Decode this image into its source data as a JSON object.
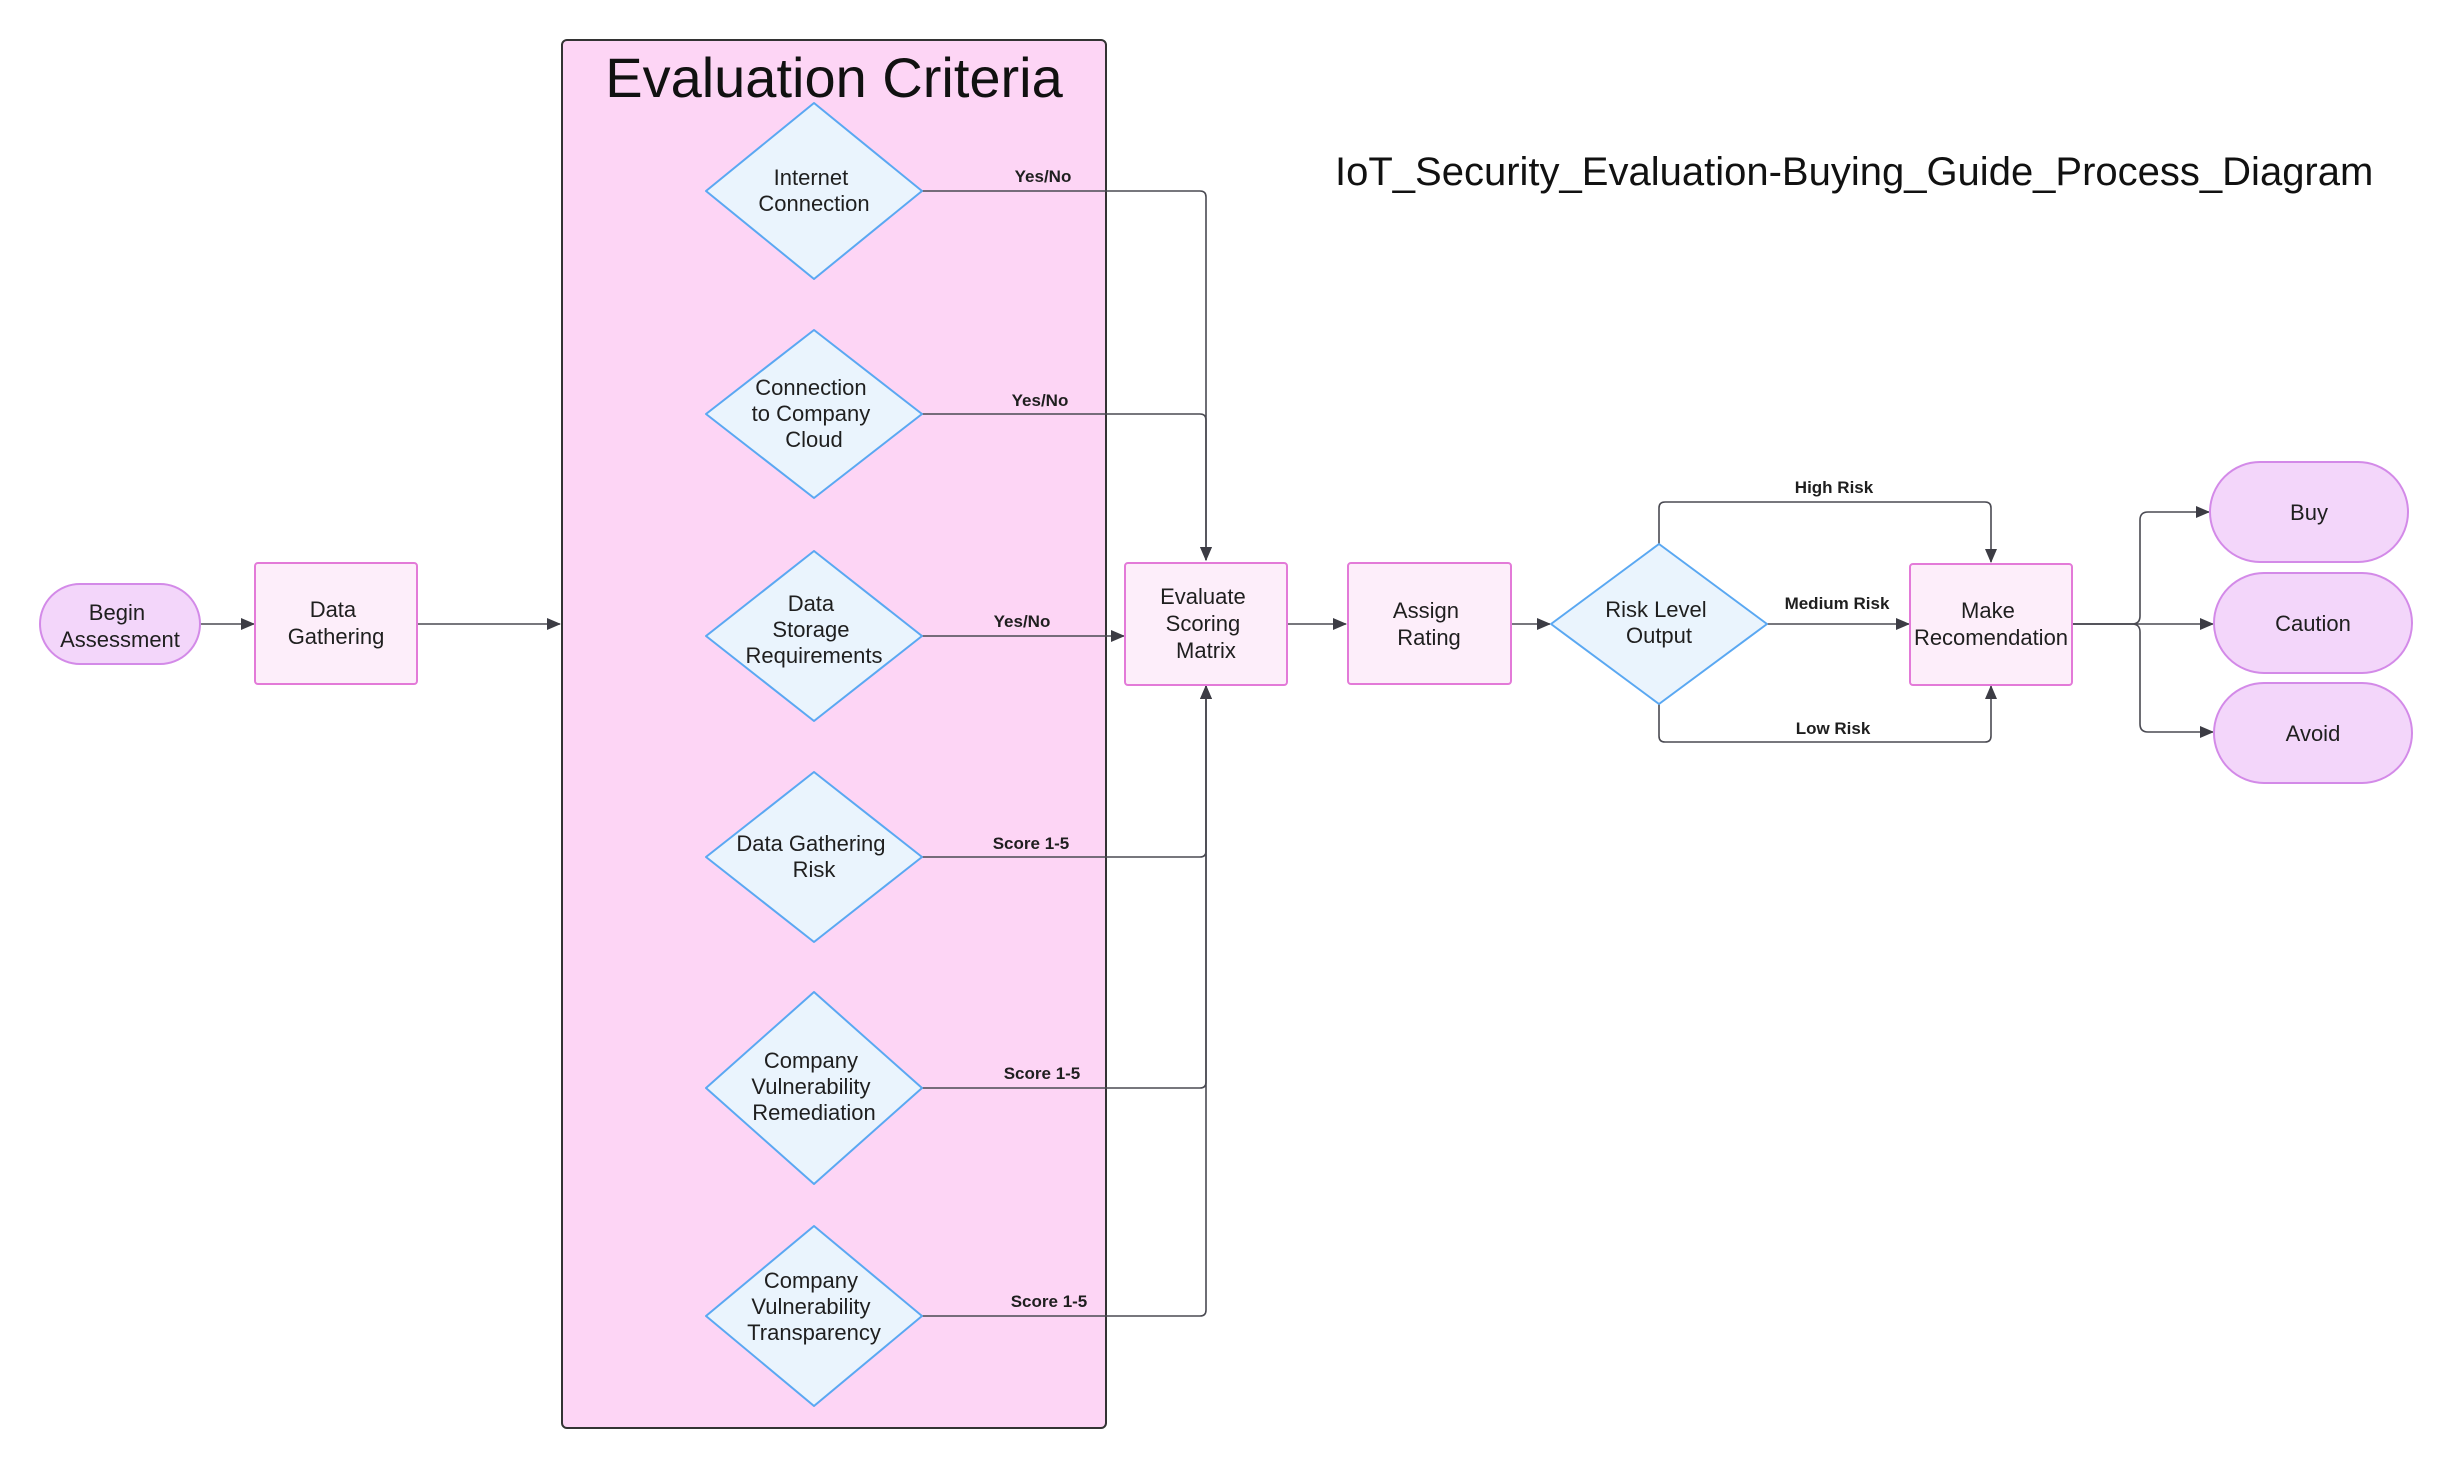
{
  "diagram_title": "IoT_Security_Evaluation-Buying_Guide_Process_Diagram",
  "group": {
    "title": "Evaluation Criteria"
  },
  "colors": {
    "pink_box_fill": "#fdeefa",
    "pink_box_stroke": "#e37ad8",
    "terminal_fill": "#f3d6fa",
    "terminal_stroke": "#d38ae8",
    "diamond_fill": "#eaf4fd",
    "diamond_stroke": "#5aa8f2",
    "group_fill": "#fdd5f5",
    "group_stroke": "#333333",
    "edge": "#4a4a52"
  },
  "nodes": {
    "begin": {
      "lines": [
        "Begin",
        "Assessment"
      ]
    },
    "data_gathering": {
      "lines": [
        "Data",
        "Gathering"
      ]
    },
    "internet": {
      "lines": [
        "Internet",
        "Connection"
      ]
    },
    "cloud": {
      "lines": [
        "Connection",
        "to Company",
        "Cloud"
      ]
    },
    "storage": {
      "lines": [
        "Data",
        "Storage",
        "Requirements"
      ]
    },
    "gathering_risk": {
      "lines": [
        "Data Gathering",
        "Risk"
      ]
    },
    "remediation": {
      "lines": [
        "Company",
        "Vulnerability",
        "Remediation"
      ]
    },
    "transparency": {
      "lines": [
        "Company",
        "Vulnerability",
        "Transparency"
      ]
    },
    "evaluate": {
      "lines": [
        "Evaluate",
        "Scoring",
        "Matrix"
      ]
    },
    "assign": {
      "lines": [
        "Assign",
        "Rating"
      ]
    },
    "risk_level": {
      "lines": [
        "Risk Level",
        "Output"
      ]
    },
    "recommend": {
      "lines": [
        "Make",
        "Recomendation"
      ]
    },
    "buy": {
      "lines": [
        "Buy"
      ]
    },
    "caution": {
      "lines": [
        "Caution"
      ]
    },
    "avoid": {
      "lines": [
        "Avoid"
      ]
    }
  },
  "edge_labels": {
    "internet": "Yes/No",
    "cloud": "Yes/No",
    "storage": "Yes/No",
    "gathering_risk": "Score 1-5",
    "remediation": "Score 1-5",
    "transparency": "Score 1-5",
    "high": "High Risk",
    "medium": "Medium Risk",
    "low": "Low Risk"
  }
}
